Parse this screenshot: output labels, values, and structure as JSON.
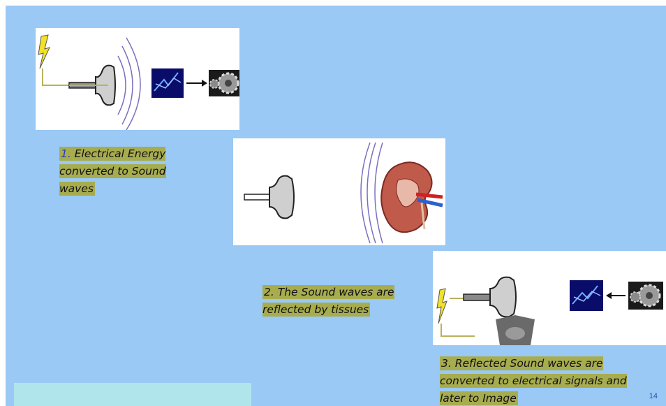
{
  "step1": {
    "number": "1.",
    "text": "Electrical Energy converted to Sound waves"
  },
  "step2": {
    "number": "2.",
    "text": "The Sound waves are reflected by tissues"
  },
  "step3": {
    "number": "3.",
    "text": "Reflected Sound waves are converted to electrical signals and later to Image"
  },
  "page_number": "14",
  "colors": {
    "background": "#99c9f4",
    "caption_highlight": "#a7ac4f",
    "lightning": "#f2e12a",
    "probe": "#cfcfcf",
    "wave": "#7a6fc0"
  },
  "icons": [
    "lightning-bolt-icon",
    "ultrasound-probe-icon",
    "electric-spark-icon",
    "arrow-icon",
    "gear-icon",
    "kidney-icon",
    "ultrasound-scan-image"
  ]
}
